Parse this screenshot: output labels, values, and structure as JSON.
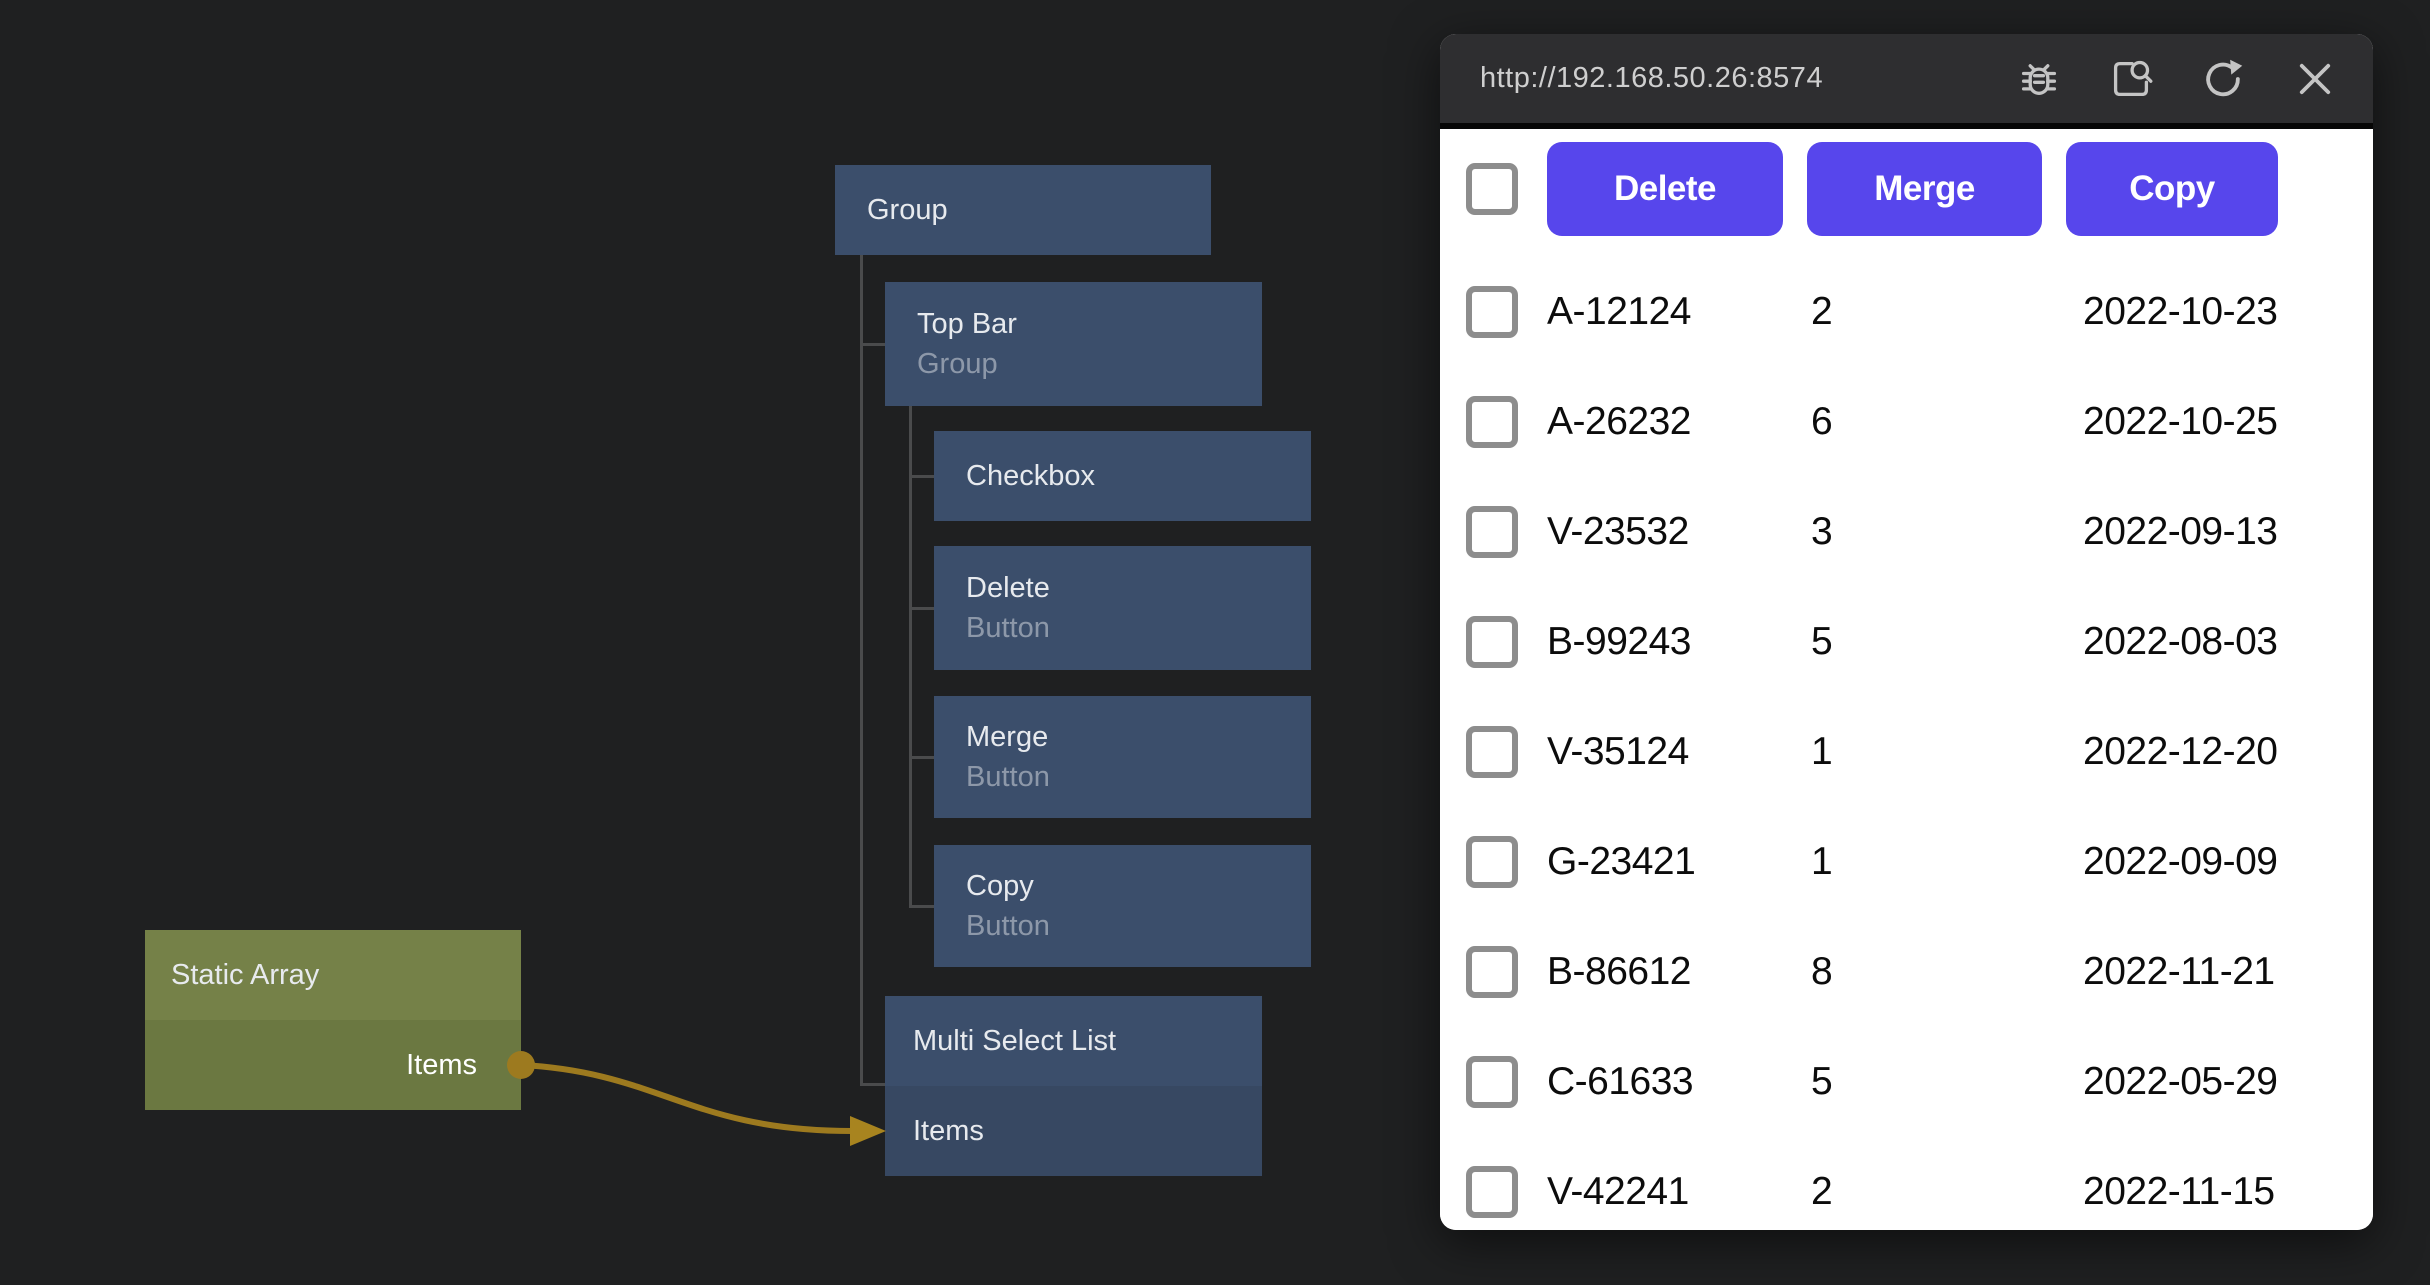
{
  "canvas": {
    "nodes": {
      "group": {
        "label": "Group"
      },
      "top_bar": {
        "label": "Top Bar",
        "type": "Group"
      },
      "checkbox": {
        "label": "Checkbox"
      },
      "delete": {
        "label": "Delete",
        "type": "Button"
      },
      "merge": {
        "label": "Merge",
        "type": "Button"
      },
      "copy": {
        "label": "Copy",
        "type": "Button"
      },
      "multi_select_list": {
        "label": "Multi Select List",
        "port": "Items"
      },
      "static_array": {
        "label": "Static Array",
        "port": "Items"
      }
    },
    "colors": {
      "background": "#1f2021",
      "node_blue": "#3b4e6b",
      "node_blue_dark": "#374862",
      "node_olive": "#758148",
      "node_olive_dark": "#6b7841",
      "tree_line": "#4a4b4c",
      "wire": "#9d7a1f"
    }
  },
  "preview": {
    "url": "http://192.168.50.26:8574",
    "titlebar_icons": [
      "debug-icon",
      "inspect-icon",
      "refresh-icon",
      "close-icon"
    ],
    "accent_color": "#5746ec",
    "actions": [
      {
        "label": "Delete"
      },
      {
        "label": "Merge"
      },
      {
        "label": "Copy"
      }
    ],
    "rows": [
      {
        "id": "A-12124",
        "qty": "2",
        "date": "2022-10-23"
      },
      {
        "id": "A-26232",
        "qty": "6",
        "date": "2022-10-25"
      },
      {
        "id": "V-23532",
        "qty": "3",
        "date": "2022-09-13"
      },
      {
        "id": "B-99243",
        "qty": "5",
        "date": "2022-08-03"
      },
      {
        "id": "V-35124",
        "qty": "1",
        "date": "2022-12-20"
      },
      {
        "id": "G-23421",
        "qty": "1",
        "date": "2022-09-09"
      },
      {
        "id": "B-86612",
        "qty": "8",
        "date": "2022-11-21"
      },
      {
        "id": "C-61633",
        "qty": "5",
        "date": "2022-05-29"
      },
      {
        "id": "V-42241",
        "qty": "2",
        "date": "2022-11-15"
      }
    ]
  }
}
